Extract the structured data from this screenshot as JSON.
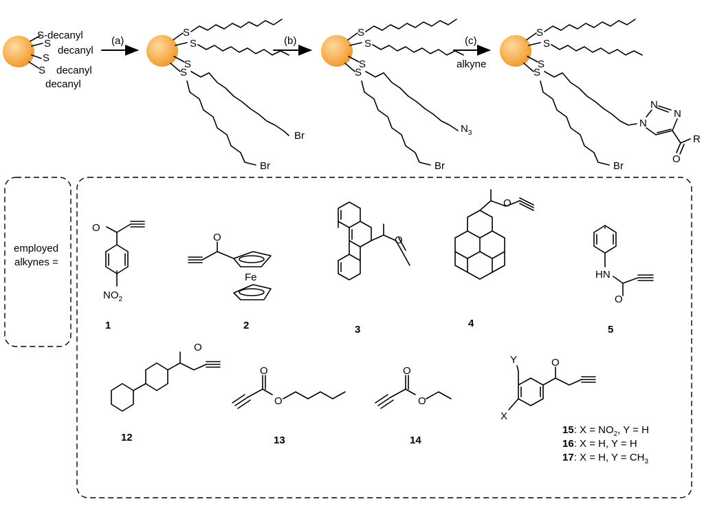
{
  "scheme": {
    "start_labels": [
      "S-decanyl",
      "S",
      "decanyl",
      "S",
      "decanyl",
      "S",
      "decanyl"
    ],
    "atom_S": "S",
    "atom_Br": "Br",
    "atom_N": "N",
    "azide_label": "N",
    "azide_sub": "3",
    "triazole_N1": "N",
    "triazole_N2": "N",
    "triazole_N3": "N",
    "R": "R",
    "O": "O",
    "steps": [
      {
        "label": "(a)",
        "sub": ""
      },
      {
        "label": "(b)",
        "sub": ""
      },
      {
        "label": "(c)",
        "sub": "alkyne"
      }
    ],
    "nanoparticle_color": "#F29A2E",
    "nanoparticle_highlight": "#FFD9A0"
  },
  "alkynes": {
    "side_label_line1": "employed",
    "side_label_line2": "alkynes =",
    "compounds": [
      {
        "number": "1",
        "group": "NO",
        "group_sub": "2",
        "O": "O"
      },
      {
        "number": "2",
        "metal": "Fe",
        "O": "O"
      },
      {
        "number": "3",
        "O": "O"
      },
      {
        "number": "4",
        "O": "O"
      },
      {
        "number": "5",
        "NH": "HN",
        "O": "O"
      },
      {
        "number": "12",
        "O": "O"
      },
      {
        "number": "13",
        "O1": "O",
        "O2": "O"
      },
      {
        "number": "14",
        "O1": "O",
        "O2": "O"
      },
      {
        "number": "15",
        "X": "X",
        "Y": "Y",
        "O": "O"
      }
    ],
    "legend": [
      {
        "num": "15",
        "text": ": X = NO",
        "sub": "2",
        "tail": ", Y = H"
      },
      {
        "num": "16",
        "text": ": X = H, Y = H",
        "sub": "",
        "tail": ""
      },
      {
        "num": "17",
        "text": ": X = H, Y = CH",
        "sub": "3",
        "tail": ""
      }
    ]
  }
}
